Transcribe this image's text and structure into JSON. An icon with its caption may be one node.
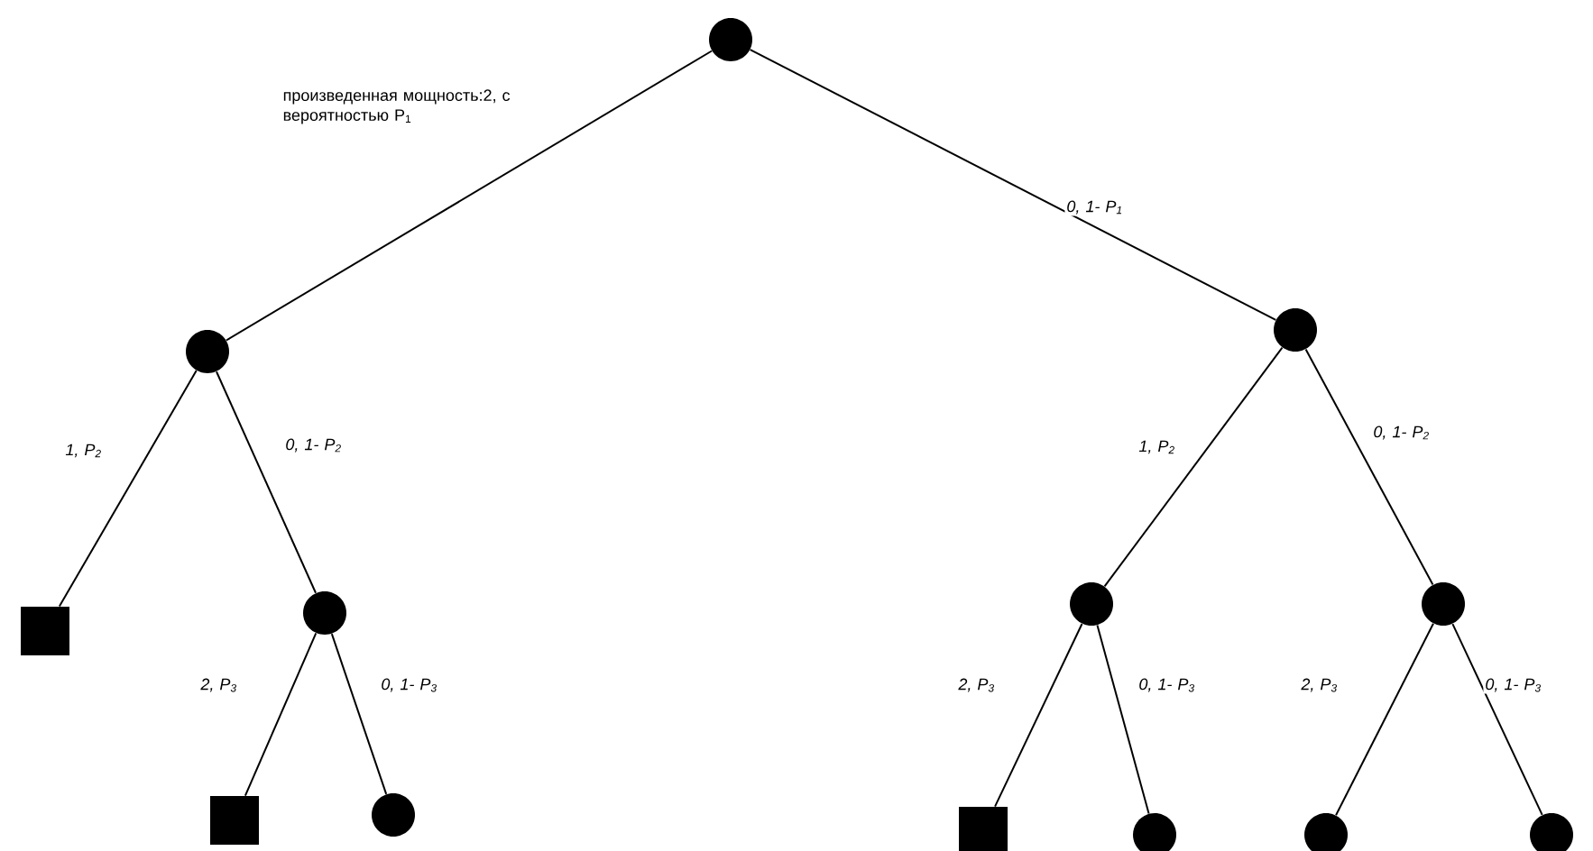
{
  "diagram": {
    "nodes": [
      {
        "text": [],
        "shape": "circle"
      },
      {
        "text": [],
        "shape": "circle"
      },
      {
        "text": [],
        "shape": "circle"
      },
      {
        "text": [],
        "shape": "box"
      },
      {
        "text": [],
        "shape": "circle"
      },
      {
        "text": [],
        "shape": "box"
      },
      {
        "text": [],
        "shape": "circle"
      },
      {
        "text": [],
        "shape": "circle"
      },
      {
        "text": [],
        "shape": "circle"
      },
      {
        "text": [],
        "shape": "box"
      },
      {
        "text": [],
        "shape": "circle"
      },
      {
        "text": [],
        "shape": "circle"
      },
      {
        "text": [],
        "shape": "circle"
      }
    ],
    "edges": [
      {
        "from": 0,
        "to": 1,
        "arrow": "none",
        "label": "произведенная мощность:2, с вероятностью P$_{1}$"
      },
      {
        "from": 0,
        "to": 2,
        "arrow": "none",
        "label": "0, 1- P$_{1}$"
      },
      {
        "from": 1,
        "to": 3,
        "arrow": "none",
        "label": "1, P$_{2}$"
      },
      {
        "from": 1,
        "to": 4,
        "arrow": "none",
        "label": "0, 1- P$_{2}$"
      },
      {
        "from": 2,
        "to": 7,
        "arrow": "none",
        "label": "1, P$_{2}$"
      },
      {
        "from": 2,
        "to": 8,
        "arrow": "none",
        "label": "0, 1- P$_{2}$"
      },
      {
        "from": 4,
        "to": 5,
        "arrow": "none",
        "label": "2, P$_{3}$"
      },
      {
        "from": 4,
        "to": 6,
        "arrow": "none",
        "label": "0, 1- P$_{3}$"
      },
      {
        "from": 7,
        "to": 9,
        "arrow": "none",
        "label": "2, P$_{3}$"
      },
      {
        "from": 7,
        "to": 10,
        "arrow": "none",
        "label": "0, 1- P$_{3}$"
      },
      {
        "from": 8,
        "to": 11,
        "arrow": "none",
        "label": "2, P$_{3}$"
      },
      {
        "from": 8,
        "to": 12,
        "arrow": "none",
        "label": "0, 1- P$_{3}$"
      }
    ]
  }
}
